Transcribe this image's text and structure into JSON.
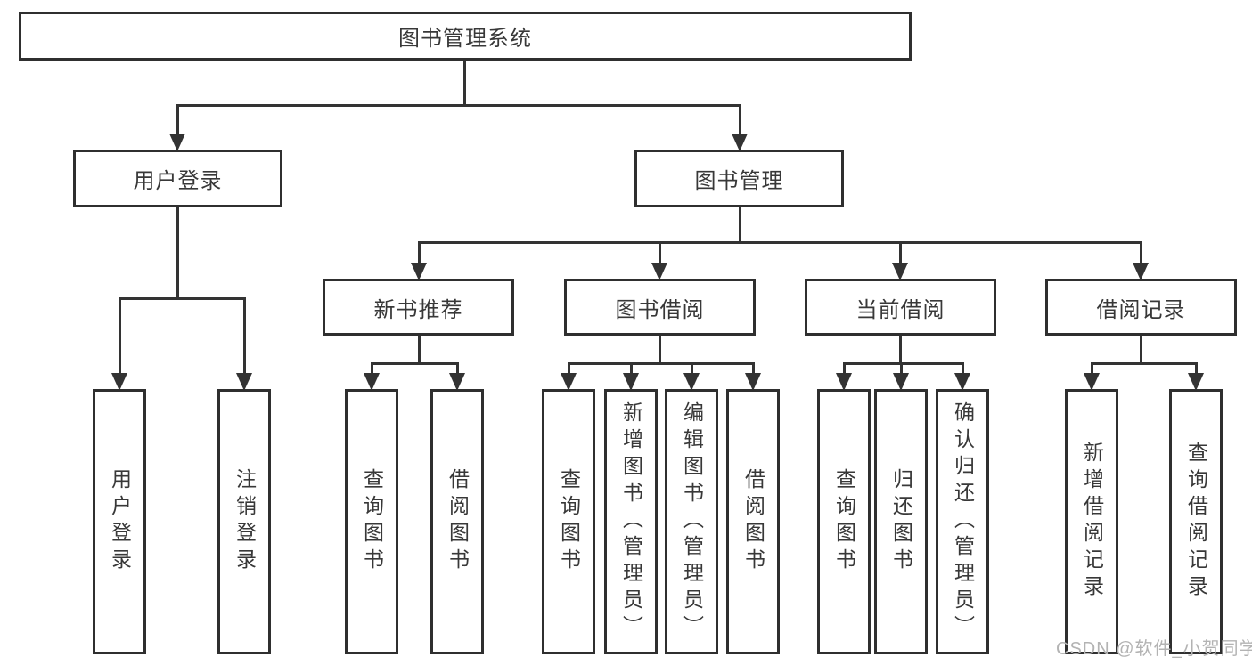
{
  "tree": {
    "root": {
      "label": "图书管理系统",
      "children": [
        {
          "label": "用户登录",
          "children": [
            {
              "label": "用户登录"
            },
            {
              "label": "注销登录"
            }
          ]
        },
        {
          "label": "图书管理",
          "children": [
            {
              "label": "新书推荐",
              "children": [
                {
                  "label": "查询图书"
                },
                {
                  "label": "借阅图书"
                }
              ]
            },
            {
              "label": "图书借阅",
              "children": [
                {
                  "label": "查询图书"
                },
                {
                  "label": "新增图书（管理员）"
                },
                {
                  "label": "编辑图书（管理员）"
                },
                {
                  "label": "借阅图书"
                }
              ]
            },
            {
              "label": "当前借阅",
              "children": [
                {
                  "label": "查询图书"
                },
                {
                  "label": "归还图书"
                },
                {
                  "label": "确认归还（管理员）"
                }
              ]
            },
            {
              "label": "借阅记录",
              "children": [
                {
                  "label": "新增借阅记录"
                },
                {
                  "label": "查询借阅记录"
                }
              ]
            }
          ]
        }
      ]
    }
  },
  "watermark": {
    "text": "CSDN @软件_小贺同学"
  },
  "colors": {
    "line": "#333333",
    "box_border": "#2f2f2f",
    "text": "#383838",
    "background": "#ffffff",
    "watermark": "#b3b3b3"
  }
}
